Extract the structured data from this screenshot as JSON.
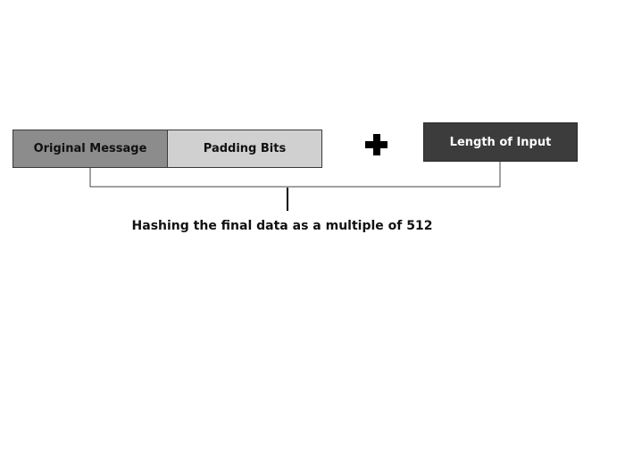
{
  "diagram": {
    "blocks": {
      "original_message": "Original Message",
      "padding_bits": "Padding Bits",
      "length_of_input": "Length of Input"
    },
    "operator": "plus-icon",
    "caption": "Hashing the final data as a multiple of 512",
    "colors": {
      "original_message_fill": "#8c8c8c",
      "padding_bits_fill": "#d0d0d0",
      "length_of_input_fill": "#3c3c3c",
      "length_of_input_text": "#ffffff"
    }
  }
}
